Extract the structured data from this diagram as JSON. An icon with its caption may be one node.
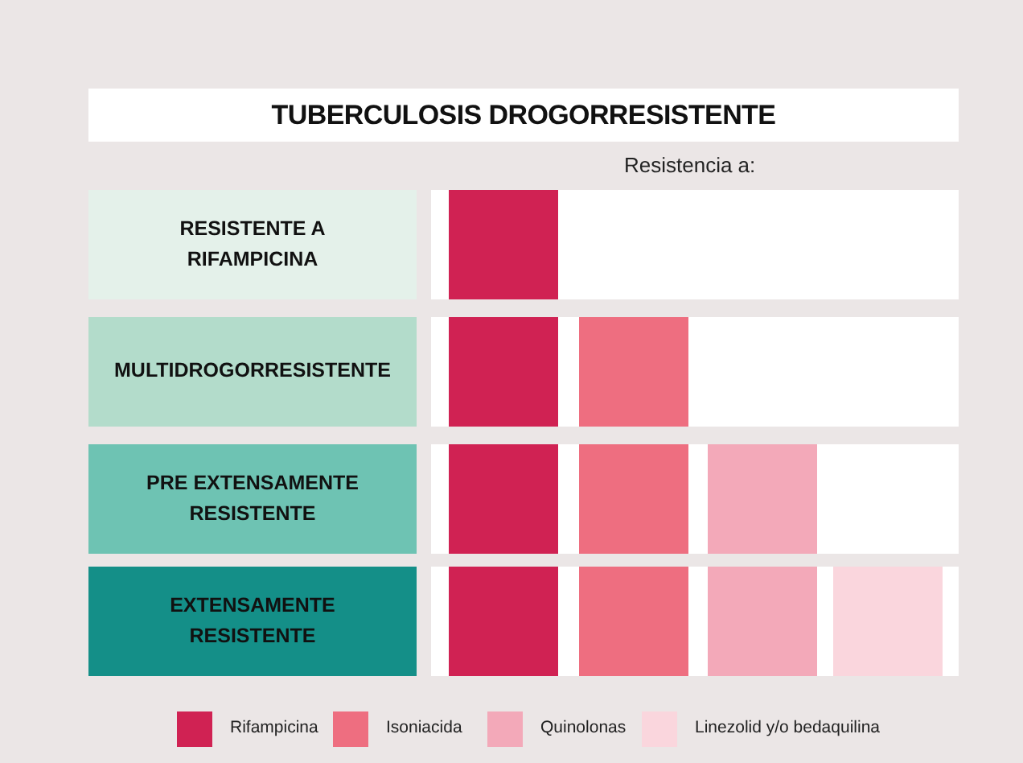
{
  "diagram": {
    "title": "TUBERCULOSIS DROGORRESISTENTE",
    "nodes": [
      {
        "text": [
          "RESISTENTE A RIFAMPICINA"
        ]
      },
      {
        "text": [],
        "shape": "box"
      },
      {
        "text": [
          "MULTIDROGORRESISTENTE"
        ]
      },
      {
        "text": [],
        "shape": "box"
      },
      {
        "text": [],
        "shape": "box"
      },
      {
        "text": [
          "PRE EXTENSAMENTE RESISTENTE"
        ]
      },
      {
        "text": [],
        "shape": "box"
      },
      {
        "text": [],
        "shape": "box"
      },
      {
        "text": [],
        "shape": "box"
      },
      {
        "text": [
          "EXTENSAMENTE RESISTENTE"
        ]
      },
      {
        "text": [],
        "shape": "box"
      },
      {
        "text": [],
        "shape": "box"
      },
      {
        "text": [],
        "shape": "box"
      },
      {
        "text": [],
        "shape": "box"
      }
    ],
    "labels": [
      "Resistencia a:"
    ],
    "legend": [
      {
        "text": "Rifampicina",
        "color": "#d02253"
      },
      {
        "text": "Isoniacida",
        "color": "#ee6e80"
      },
      {
        "text": "Quinolonas",
        "color": "#f3a9b9"
      },
      {
        "text": "Linezolid y/o bedaquilina",
        "color": "#fad6dd"
      }
    ]
  }
}
